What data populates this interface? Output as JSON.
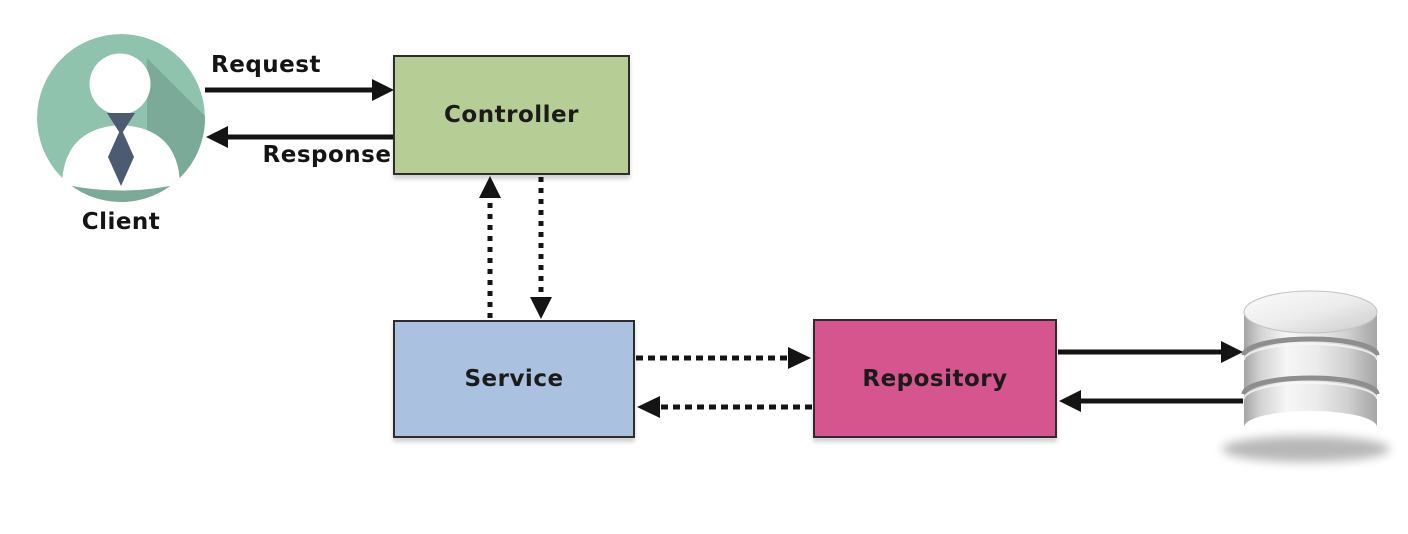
{
  "diagram": {
    "kind": "layered-architecture-flow"
  },
  "nodes": {
    "client": {
      "label": "Client",
      "icon": "person-avatar",
      "color": "#8fc3ad",
      "shadow_color": "#7bab98",
      "tie_color": "#4c5a72"
    },
    "controller": {
      "label": "Controller",
      "color": "#b7cd96"
    },
    "service": {
      "label": "Service",
      "color": "#aac2df"
    },
    "repository": {
      "label": "Repository",
      "color": "#d7558e"
    },
    "database": {
      "icon": "database-cylinder"
    }
  },
  "edges": {
    "request": {
      "label": "Request",
      "from": "client",
      "to": "controller",
      "style": "solid"
    },
    "response": {
      "label": "Response",
      "from": "controller",
      "to": "client",
      "style": "solid"
    },
    "service_to_controller": {
      "label": "",
      "from": "service",
      "to": "controller",
      "style": "dotted"
    },
    "controller_to_service": {
      "label": "",
      "from": "controller",
      "to": "service",
      "style": "dotted"
    },
    "service_to_repository": {
      "label": "",
      "from": "service",
      "to": "repository",
      "style": "dotted"
    },
    "repository_to_service": {
      "label": "",
      "from": "repository",
      "to": "service",
      "style": "dotted"
    },
    "repository_to_database": {
      "label": "",
      "from": "repository",
      "to": "database",
      "style": "solid"
    },
    "database_to_repository": {
      "label": "",
      "from": "database",
      "to": "repository",
      "style": "solid"
    }
  }
}
